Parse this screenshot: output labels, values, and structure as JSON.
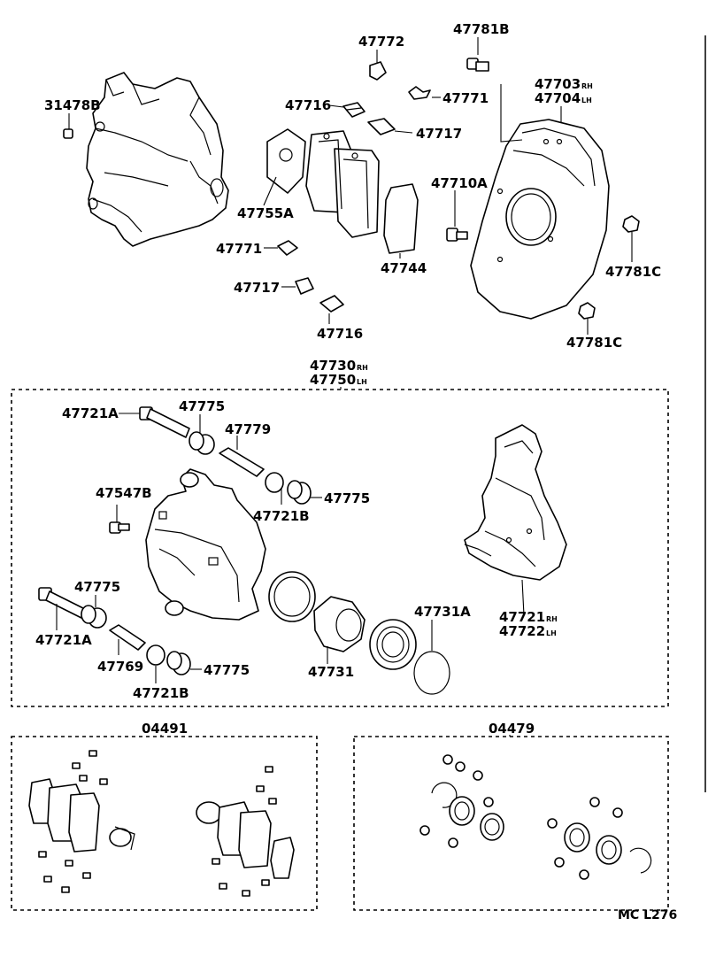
{
  "parts": {
    "p31478B": "31478B",
    "p47772": "47772",
    "p47781B": "47781B",
    "p47771_top": "47771",
    "p47703": "47703",
    "p47703_side": "RH",
    "p47704": "47704",
    "p47704_side": "LH",
    "p47716_top": "47716",
    "p47717_top": "47717",
    "p47710A": "47710A",
    "p47755A": "47755A",
    "p47781C_a": "47781C",
    "p47771_mid": "47771",
    "p47744": "47744",
    "p47717_mid": "47717",
    "p47716_mid": "47716",
    "p47781C_b": "47781C",
    "p47730": "47730",
    "p47730_side": "RH",
    "p47750": "47750",
    "p47750_side": "LH",
    "p47721A_top": "47721A",
    "p47775_a": "47775",
    "p47779": "47779",
    "p47547B": "47547B",
    "p47721B_top": "47721B",
    "p47775_b": "47775",
    "p47775_c": "47775",
    "p47721A_bot": "47721A",
    "p47769": "47769",
    "p47721B_bot": "47721B",
    "p47775_d": "47775",
    "p47731": "47731",
    "p47731A": "47731A",
    "p47721": "47721",
    "p47721_side": "RH",
    "p47722": "47722",
    "p47722_side": "LH",
    "p04491": "04491",
    "p04479": "04479"
  },
  "footer": {
    "code": "MC L276"
  }
}
